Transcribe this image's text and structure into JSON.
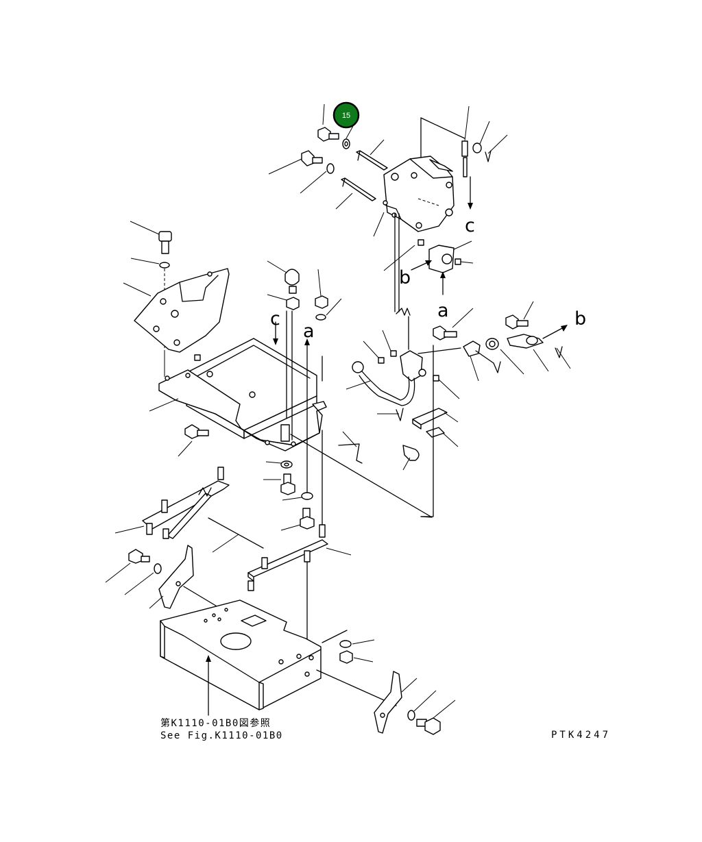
{
  "diagram": {
    "highlight_marker": {
      "label": "15",
      "color": "#0f7a1c"
    },
    "reference_letters": {
      "a": "a",
      "b": "b",
      "c": "c"
    },
    "reference_note": {
      "line_jp": "第K1110-01B0図参照",
      "line_en": "See Fig.K1110-01B0"
    },
    "drawing_code": "PTK4247",
    "colors": {
      "line": "#000000",
      "background": "#ffffff",
      "marker": "#0f7a1c"
    }
  }
}
